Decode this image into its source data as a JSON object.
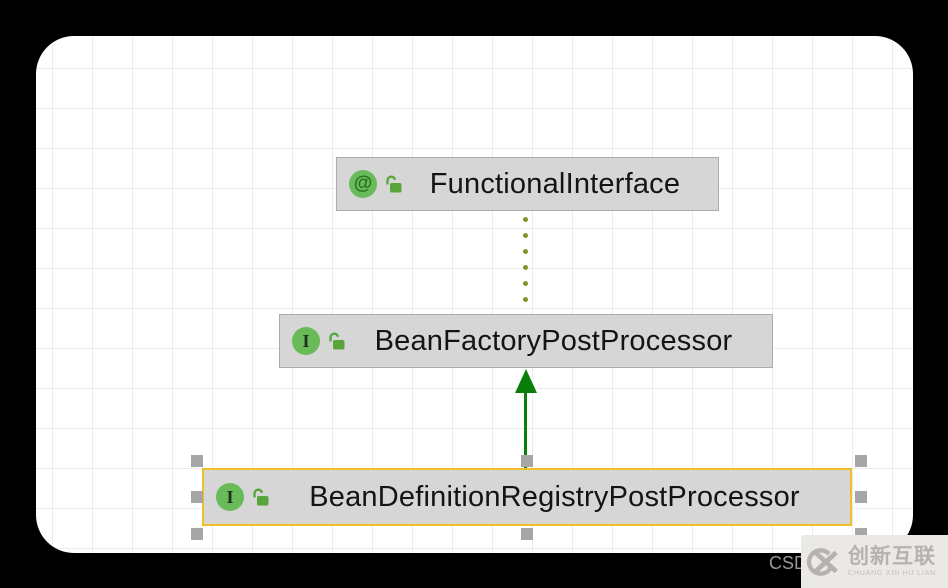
{
  "diagram": {
    "type": "uml-class-hierarchy",
    "nodes": [
      {
        "id": "functional-interface",
        "label": "FunctionalInterface",
        "kind": "annotation",
        "badge": "@",
        "visibility": "public",
        "selected": false
      },
      {
        "id": "bean-factory-post-processor",
        "label": "BeanFactoryPostProcessor",
        "kind": "interface",
        "badge": "I",
        "visibility": "public",
        "selected": false
      },
      {
        "id": "bean-definition-registry-post-processor",
        "label": "BeanDefinitionRegistryPostProcessor",
        "kind": "interface",
        "badge": "I",
        "visibility": "public",
        "selected": true
      }
    ],
    "edges": [
      {
        "from": "BeanFactoryPostProcessor",
        "to": "FunctionalInterface",
        "style": "dotted",
        "color": "#879225"
      },
      {
        "from": "BeanDefinitionRegistryPostProcessor",
        "to": "BeanFactoryPostProcessor",
        "style": "solid-arrow",
        "color": "#0b7d0b"
      }
    ],
    "colors": {
      "node_fill": "#d6d6d6",
      "node_border": "#ababab",
      "selection_border": "#f0be26",
      "selection_handle": "#a6a6a6",
      "icon_green": "#68bb58",
      "lock_green": "#58a53c",
      "arrow_green": "#0b7d0b",
      "dotted_olive": "#879225",
      "canvas_bg": "#ffffff",
      "grid_line": "#ececec",
      "page_bg": "#000000"
    }
  },
  "watermarks": {
    "csdn_text": "CSD",
    "brand_name": "创新互联",
    "brand_sub": "CHUANG XIN HU LIAN"
  }
}
